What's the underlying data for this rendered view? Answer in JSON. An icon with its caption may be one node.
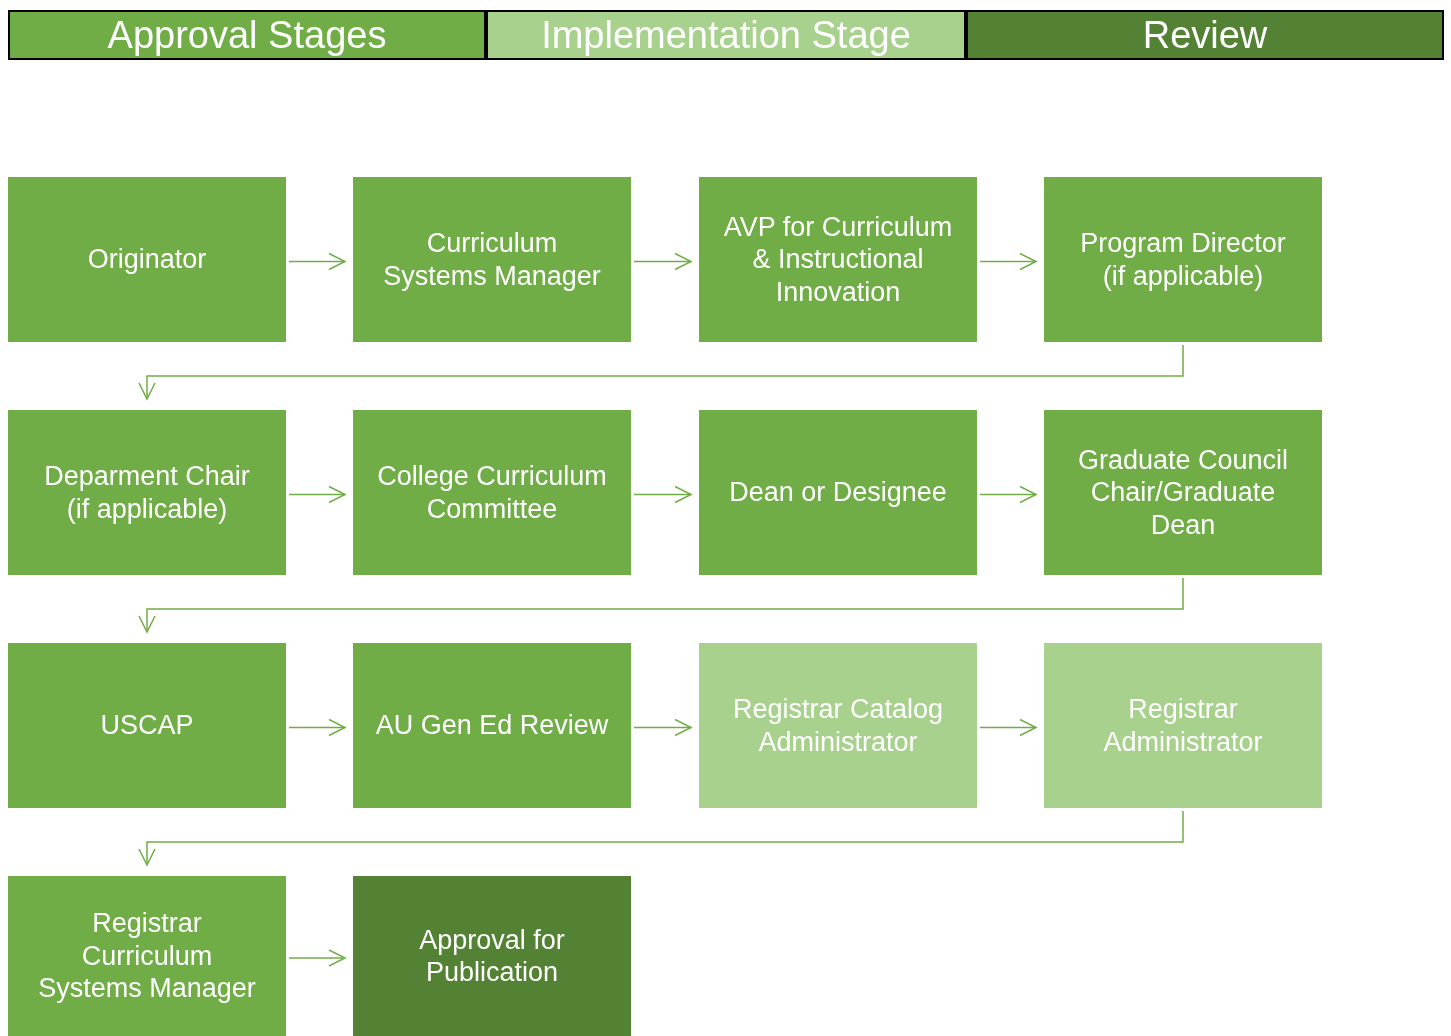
{
  "diagram": {
    "nodes": [
      {
        "text": [
          "Approval Stages"
        ]
      },
      {
        "text": [
          "Implementation Stage"
        ]
      },
      {
        "text": [
          "Review"
        ]
      },
      {
        "text": [
          "Originator"
        ]
      },
      {
        "text": [
          "Curriculum Systems Manager"
        ]
      },
      {
        "text": [
          "AVP for Curriculum & Instructional Innovation"
        ]
      },
      {
        "text": [
          "Program Director (if applicable)"
        ]
      },
      {
        "text": [
          "Deparment Chair (if applicable)"
        ]
      },
      {
        "text": [
          "College Curriculum Committee"
        ]
      },
      {
        "text": [
          "Dean or Designee"
        ]
      },
      {
        "text": [
          "Graduate Council Chair/Graduate Dean"
        ]
      },
      {
        "text": [
          "USCAP"
        ]
      },
      {
        "text": [
          "AU Gen Ed Review"
        ]
      },
      {
        "text": [
          "Registrar Catalog Administrator"
        ]
      },
      {
        "text": [
          "Registrar Administrator"
        ]
      },
      {
        "text": [
          "Registrar Curriculum Systems Manager"
        ]
      },
      {
        "text": [
          "Approval for Publication"
        ]
      }
    ],
    "edges": [
      {
        "from": 3,
        "to": 4,
        "arrow": "to"
      },
      {
        "from": 4,
        "to": 5,
        "arrow": "to"
      },
      {
        "from": 5,
        "to": 6,
        "arrow": "to"
      },
      {
        "from": 6,
        "to": 7,
        "arrow": "to"
      },
      {
        "from": 7,
        "to": 8,
        "arrow": "to"
      },
      {
        "from": 8,
        "to": 9,
        "arrow": "to"
      },
      {
        "from": 9,
        "to": 10,
        "arrow": "to"
      },
      {
        "from": 10,
        "to": 11,
        "arrow": "to"
      },
      {
        "from": 11,
        "to": 12,
        "arrow": "to"
      },
      {
        "from": 12,
        "to": 13,
        "arrow": "to"
      },
      {
        "from": 13,
        "to": 14,
        "arrow": "to"
      },
      {
        "from": 14,
        "to": 15,
        "arrow": "to"
      },
      {
        "from": 15,
        "to": 16,
        "arrow": "to"
      }
    ]
  }
}
